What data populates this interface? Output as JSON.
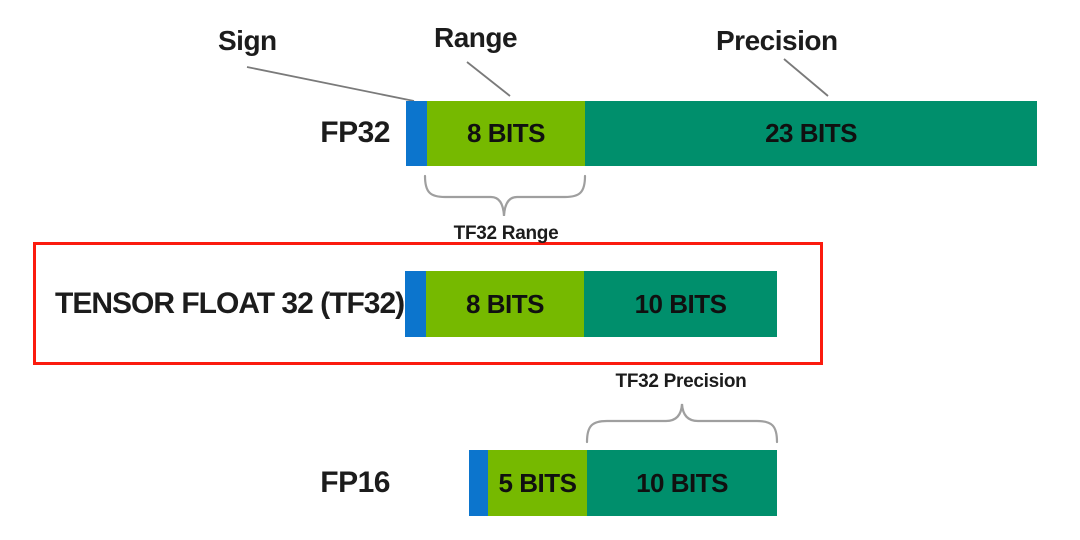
{
  "legend": {
    "sign": "Sign",
    "range": "Range",
    "precision": "Precision"
  },
  "rows": [
    {
      "name": "FP32",
      "segments": [
        {
          "type": "sign-bit",
          "label": ""
        },
        {
          "type": "range",
          "label": "8 BITS"
        },
        {
          "type": "precision",
          "label": "23 BITS"
        }
      ]
    },
    {
      "name": "TENSOR FLOAT 32 (TF32)",
      "highlighted": true,
      "segments": [
        {
          "type": "sign-bit",
          "label": ""
        },
        {
          "type": "range",
          "label": "8 BITS"
        },
        {
          "type": "precision",
          "label": "10 BITS"
        }
      ]
    },
    {
      "name": "FP16",
      "segments": [
        {
          "type": "sign-bit",
          "label": ""
        },
        {
          "type": "range",
          "label": "5 BITS"
        },
        {
          "type": "precision",
          "label": "10 BITS"
        }
      ]
    }
  ],
  "annotations": {
    "tf32_range": "TF32 Range",
    "tf32_precision": "TF32 Precision"
  },
  "colors": {
    "sign_blue": "#0c75cd",
    "range_green": "#76b900",
    "precision_teal": "#008f6c",
    "highlight_red": "#fb1b0e",
    "pointer_line_gray": "#7a7a7a",
    "brace_gray": "#9f9f9f",
    "text_dark": "#1c1c1c"
  }
}
